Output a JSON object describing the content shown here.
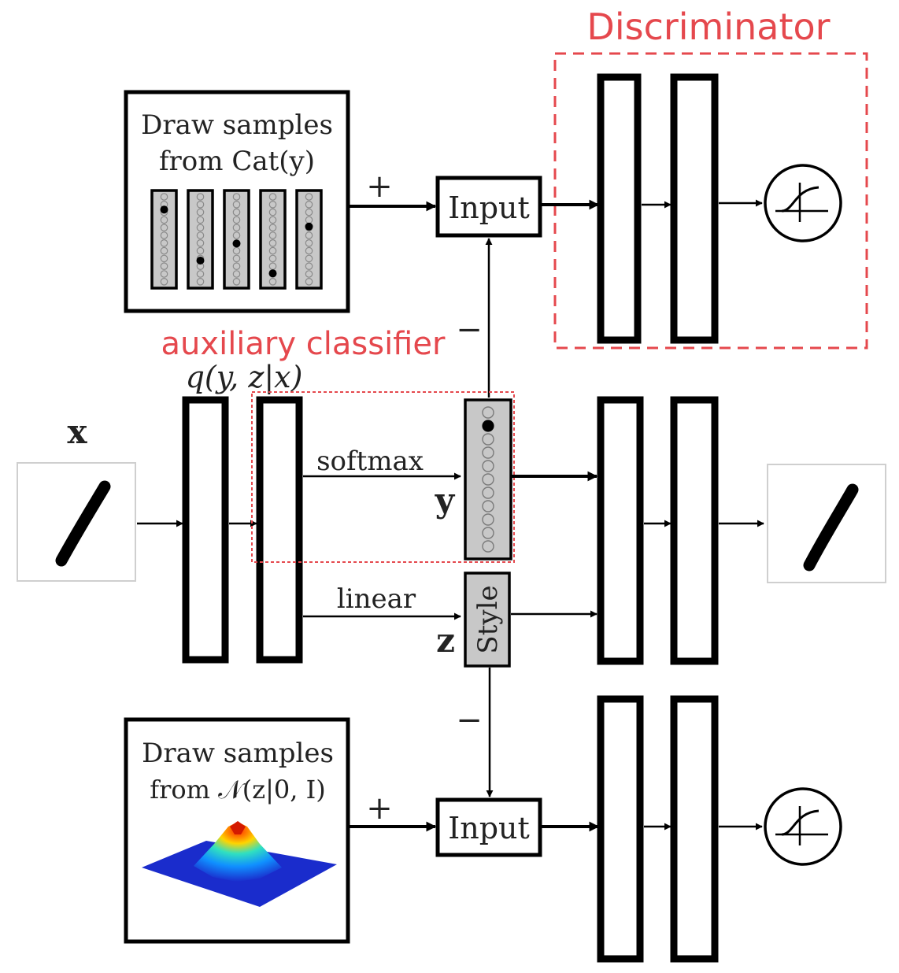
{
  "labels": {
    "discriminator": "Discriminator",
    "auxiliary_classifier": "auxiliary classifier",
    "q_label": "q(y, z|x)",
    "x_label": "x",
    "softmax": "softmax",
    "linear": "linear",
    "y_label": "y",
    "z_label": "z",
    "style": "Style",
    "input_top": "Input",
    "input_bottom": "Input",
    "plus_top": "+",
    "plus_bottom": "+",
    "minus_top": "−",
    "minus_bottom": "−"
  },
  "cat_box": {
    "line1": "Draw samples",
    "line2": "from Cat(y)",
    "marker_positions": [
      0.15,
      0.75,
      0.55,
      0.9,
      0.35
    ]
  },
  "gauss_box": {
    "line1": "Draw samples",
    "line2": "from 𝒩(z|0, I)"
  },
  "icons": [
    "input-digit-one-image",
    "output-digit-one-image",
    "sigmoid-icon",
    "gaussian-surface-icon"
  ],
  "colors": {
    "annotation": "#e5484d",
    "cell_fill": "#c8c8c8"
  }
}
